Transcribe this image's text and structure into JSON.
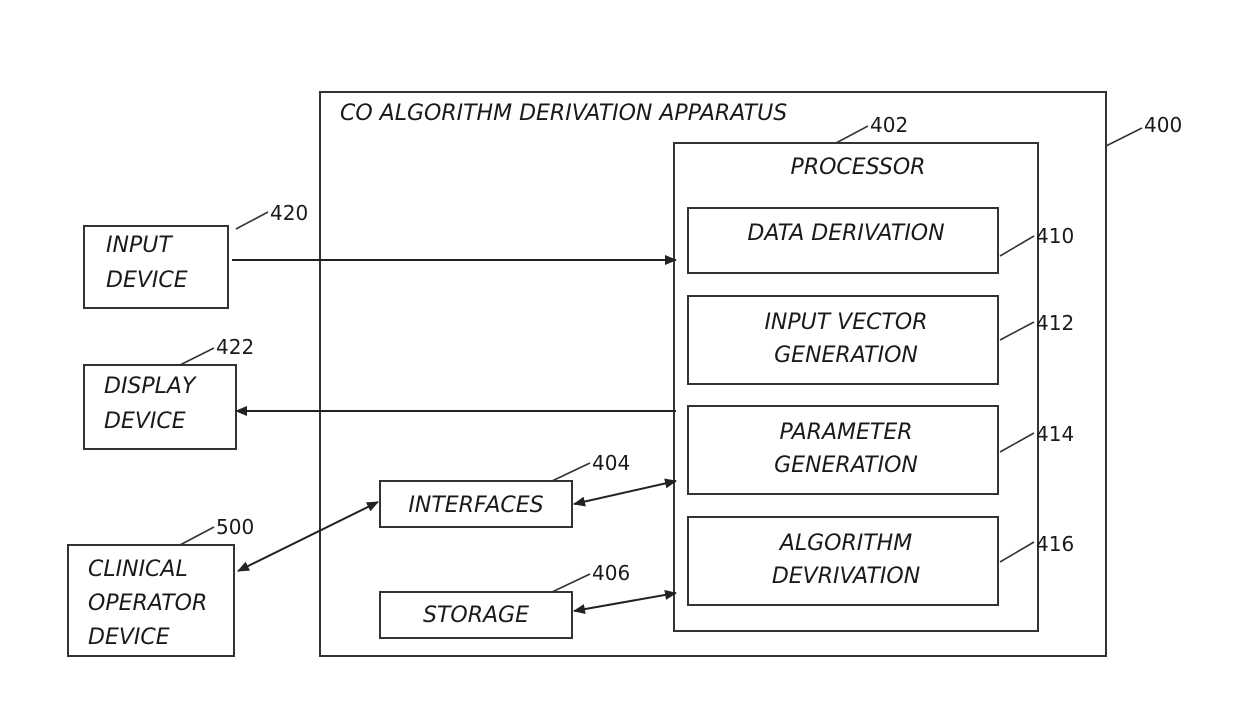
{
  "figure": {
    "apparatus": {
      "label": "CO ALGORITHM DERIVATION APPARATUS",
      "ref": "400"
    },
    "processor": {
      "label": "PROCESSOR",
      "ref": "402"
    },
    "modules": [
      {
        "lines": [
          "DATA DERIVATION"
        ],
        "ref": "410"
      },
      {
        "lines": [
          "INPUT VECTOR",
          "GENERATION"
        ],
        "ref": "412"
      },
      {
        "lines": [
          "PARAMETER",
          "GENERATION"
        ],
        "ref": "414"
      },
      {
        "lines": [
          "ALGORITHM",
          "DEVRIVATION"
        ],
        "ref": "416"
      }
    ],
    "interfaces": {
      "label": "INTERFACES",
      "ref": "404"
    },
    "storage": {
      "label": "STORAGE",
      "ref": "406"
    },
    "input_device": {
      "lines": [
        "INPUT",
        "DEVICE"
      ],
      "ref": "420"
    },
    "display_device": {
      "lines": [
        "DISPLAY",
        "DEVICE"
      ],
      "ref": "422"
    },
    "clinical_device": {
      "lines": [
        "CLINICAL",
        "OPERATOR",
        "DEVICE"
      ],
      "ref": "500"
    }
  }
}
